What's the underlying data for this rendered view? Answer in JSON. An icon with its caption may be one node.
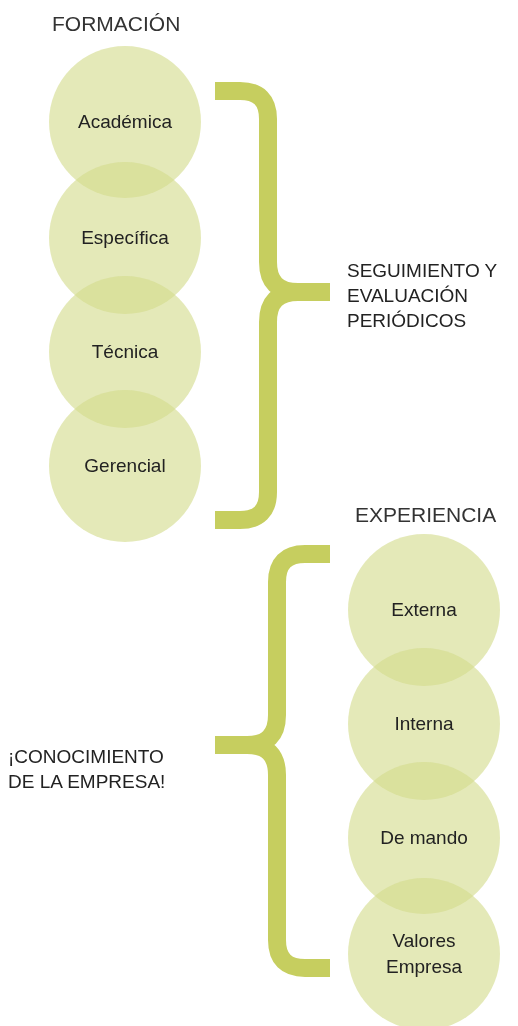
{
  "diagram": {
    "nodes": [
      {
        "text": [
          "Académica"
        ]
      },
      {
        "text": [
          "Específica"
        ]
      },
      {
        "text": [
          "Técnica"
        ]
      },
      {
        "text": [
          "Gerencial"
        ]
      },
      {
        "text": [
          "Externa"
        ]
      },
      {
        "text": [
          "Interna"
        ]
      },
      {
        "text": [
          "De mando"
        ]
      },
      {
        "text": [
          "Valores Empresa"
        ]
      }
    ],
    "labels": [
      "FORMACIÓN",
      "SEGUIMIENTO Y EVALUACIÓN PERIÓDICOS",
      "EXPERIENCIA",
      "¡CONOCIMIENTO DE LA EMPRESA!"
    ]
  }
}
